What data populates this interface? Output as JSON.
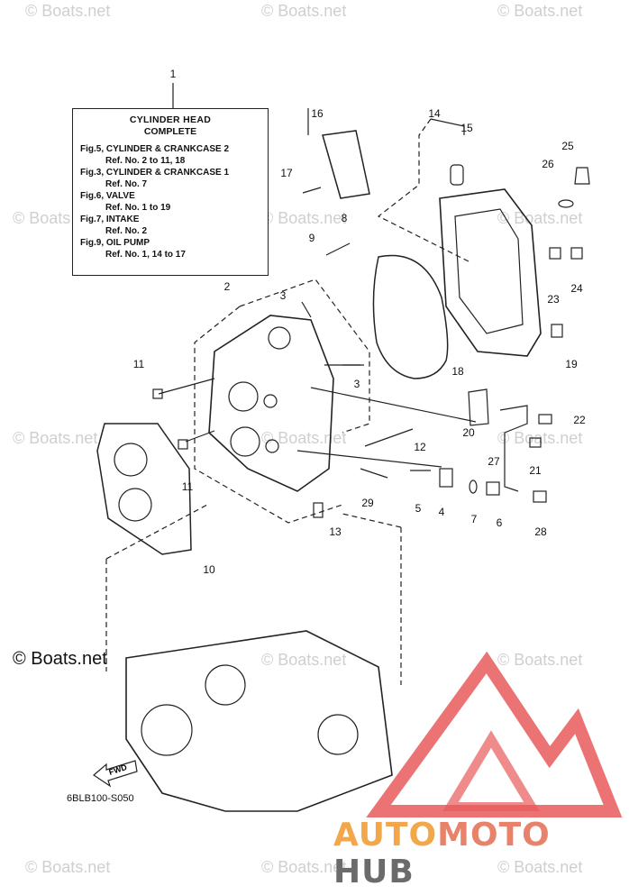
{
  "box": {
    "title": "CYLINDER HEAD",
    "subtitle": "COMPLETE",
    "lines": [
      {
        "text": "Fig.5, CYLINDER & CRANKCASE 2",
        "indent": false
      },
      {
        "text": "Ref. No. 2 to 11, 18",
        "indent": true
      },
      {
        "text": "Fig.3, CYLINDER & CRANKCASE 1",
        "indent": false
      },
      {
        "text": "Ref. No. 7",
        "indent": true
      },
      {
        "text": "Fig.6, VALVE",
        "indent": false
      },
      {
        "text": "Ref. No. 1 to 19",
        "indent": true
      },
      {
        "text": "Fig.7, INTAKE",
        "indent": false
      },
      {
        "text": "Ref. No. 2",
        "indent": true
      },
      {
        "text": "Fig.9, OIL PUMP",
        "indent": false
      },
      {
        "text": "Ref. No. 1, 14 to 17",
        "indent": true
      }
    ]
  },
  "callouts": [
    "1",
    "2",
    "3",
    "3",
    "4",
    "5",
    "6",
    "7",
    "8",
    "9",
    "10",
    "11",
    "11",
    "12",
    "13",
    "14",
    "15",
    "16",
    "17",
    "18",
    "19",
    "20",
    "21",
    "22",
    "23",
    "24",
    "25",
    "26",
    "27",
    "28",
    "29"
  ],
  "diagram_code": "6BLB100-S050",
  "fwd_label": "FWD",
  "watermark": "© Boats.net",
  "boats_left": "© Boats.net",
  "logo": {
    "part1": "AUTO",
    "part2": "MOTO",
    "part3": "HUB",
    "color1": "#f2a84a",
    "color2": "#e8826b",
    "color3": "#6b6b6b",
    "triangle_color": "#e85a5a"
  }
}
